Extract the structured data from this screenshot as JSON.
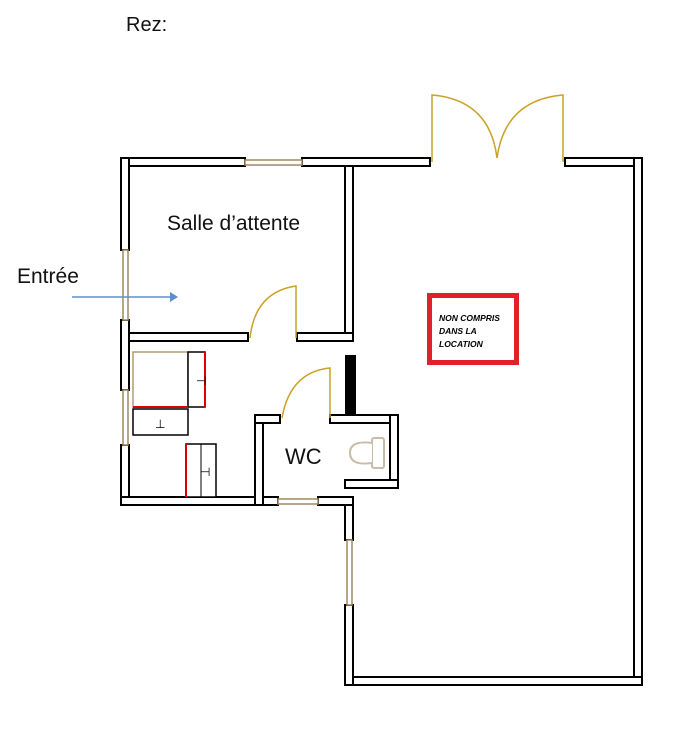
{
  "title": "Rez:",
  "rooms": {
    "waiting_room": "Salle d’attente",
    "entrance": "Entrée",
    "wc": "WC"
  },
  "notice": "NON COMPRIS DANS LA LOCATION",
  "colors": {
    "notice_border": "#e0202a",
    "door": "#c9a227",
    "wall": "#000000"
  }
}
